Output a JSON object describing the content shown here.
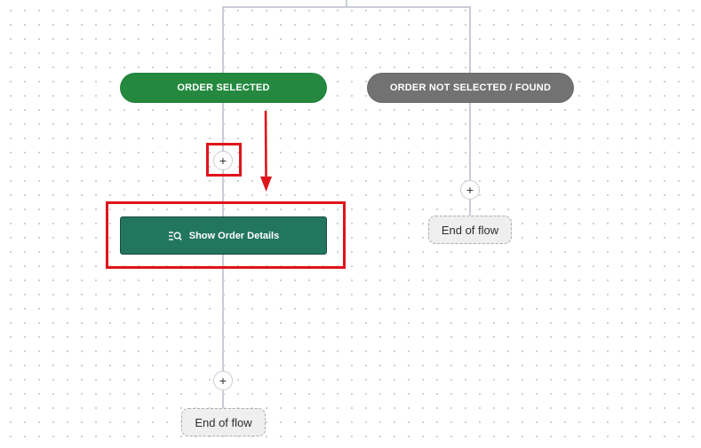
{
  "flow": {
    "branches": [
      {
        "label": "ORDER SELECTED",
        "color": "#24893f"
      },
      {
        "label": "ORDER NOT SELECTED / FOUND",
        "color": "#727272"
      }
    ],
    "action": {
      "label": "Show Order Details",
      "icon": "search-list-icon",
      "color": "#23765e"
    },
    "add_step_icon": "+",
    "end_labels": [
      "End of flow",
      "End of flow"
    ]
  },
  "annotation": {
    "color": "#e0141b"
  }
}
